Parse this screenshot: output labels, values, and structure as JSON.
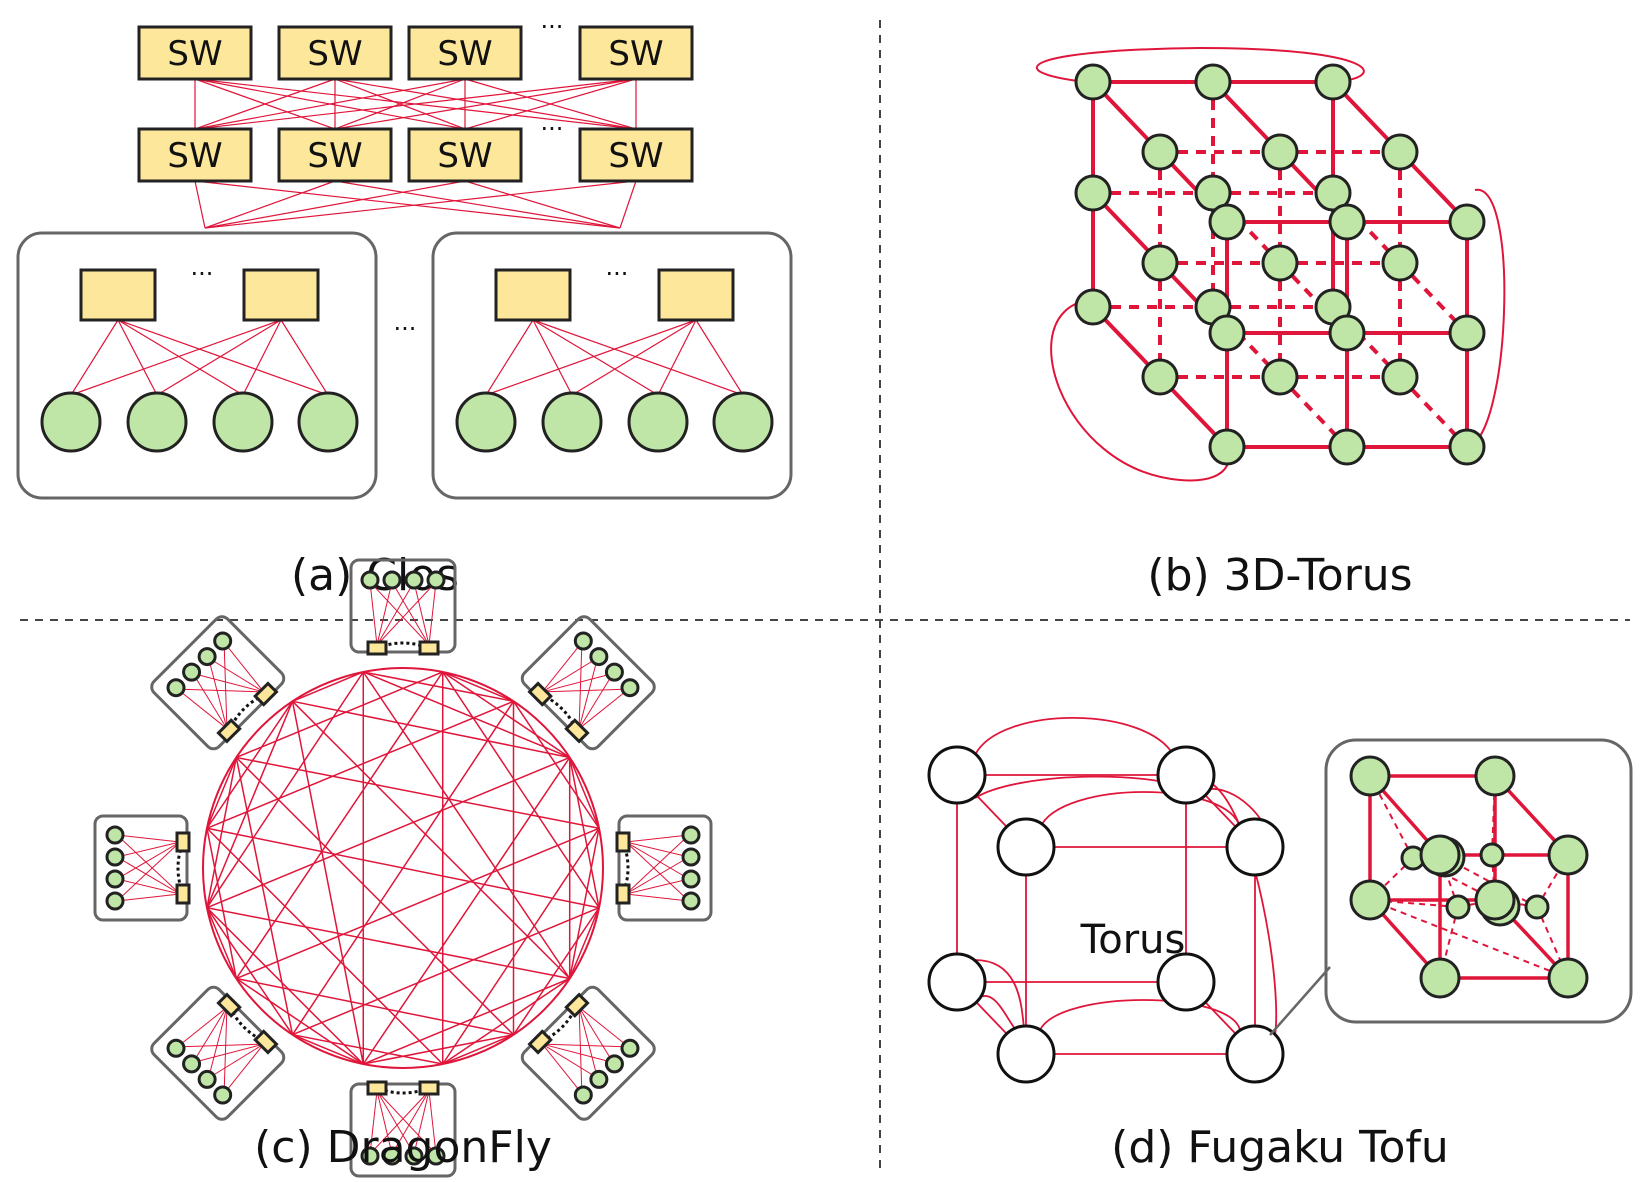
{
  "captions": {
    "a": "(a) Clos",
    "b": "(b) 3D-Torus",
    "c": "(c) DragonFly",
    "d": "(d) Fugaku Tofu"
  },
  "clos": {
    "switch_label": "SW",
    "ellipsis": "..."
  },
  "tofu": {
    "torus_label": "Torus"
  },
  "colors": {
    "link": "#e0153a",
    "switch_fill": "#fde79a",
    "node_fill": "#bfe6a6",
    "group_border": "#666666",
    "divider": "#444444"
  },
  "icons": [
    "switch-box",
    "compute-node-circle",
    "router-rect"
  ]
}
